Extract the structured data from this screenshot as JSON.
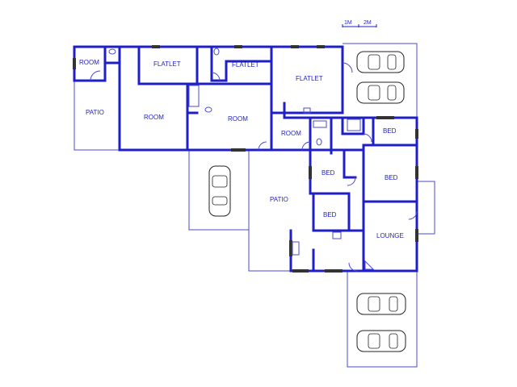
{
  "scale": {
    "labels": [
      "1M",
      "2M"
    ]
  },
  "rooms": {
    "room_top_left": "ROOM",
    "patio_left": "PATIO",
    "flatlet_1": "FLATLET",
    "flatlet_2": "FLATLET",
    "flatlet_3": "FLATLET",
    "room_mid_left": "ROOM",
    "room_mid": "ROOM",
    "room_small": "ROOM",
    "bed_1": "BED",
    "bed_2": "BED",
    "bed_3": "BED",
    "bed_4": "BED",
    "patio_center": "PATIO",
    "lounge": "LOUNGE"
  },
  "cars": [
    "car-top-1",
    "car-top-2",
    "car-left",
    "car-bottom-1",
    "car-bottom-2"
  ]
}
